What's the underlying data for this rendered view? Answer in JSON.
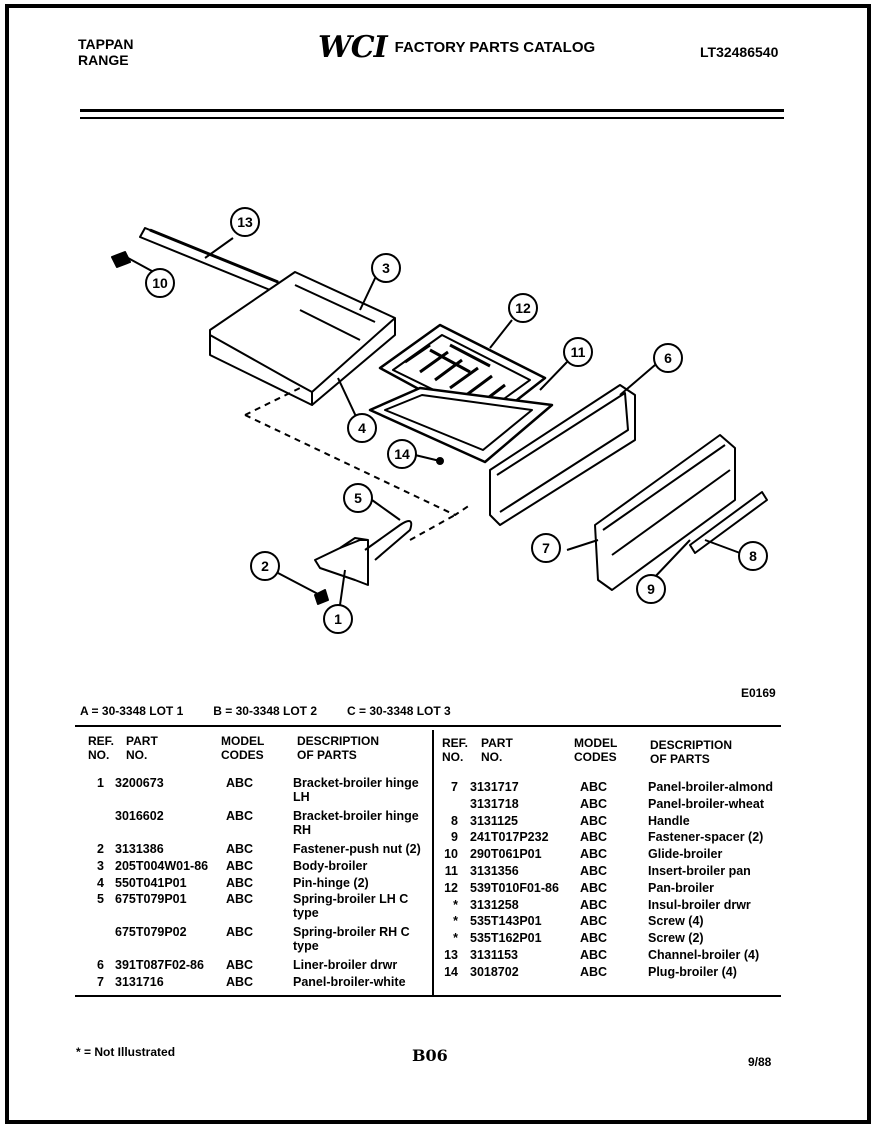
{
  "header": {
    "brand_line1": "TAPPAN",
    "brand_line2": "RANGE",
    "logo": "WCI",
    "catalog_title": "FACTORY PARTS CATALOG",
    "catalog_code": "LT32486540"
  },
  "diagram": {
    "code": "E0169",
    "callouts": [
      "1",
      "2",
      "3",
      "4",
      "5",
      "6",
      "7",
      "8",
      "9",
      "10",
      "11",
      "12",
      "13",
      "14"
    ]
  },
  "lots": {
    "a": "A = 30-3348 LOT 1",
    "b": "B = 30-3348 LOT 2",
    "c": "C = 30-3348 LOT 3"
  },
  "table": {
    "headers": {
      "ref": "REF. NO.",
      "part": "PART NO.",
      "codes": "MODEL CODES",
      "desc": "DESCRIPTION OF PARTS"
    },
    "left_rows": [
      {
        "ref": "1",
        "part": "3200673",
        "codes": "ABC",
        "desc": "Bracket-broiler hinge LH"
      },
      {
        "ref": "",
        "part": "3016602",
        "codes": "ABC",
        "desc": "Bracket-broiler hinge RH"
      },
      {
        "ref": "2",
        "part": "3131386",
        "codes": "ABC",
        "desc": "Fastener-push nut (2)"
      },
      {
        "ref": "3",
        "part": "205T004W01-86",
        "codes": "ABC",
        "desc": "Body-broiler"
      },
      {
        "ref": "4",
        "part": "550T041P01",
        "codes": "ABC",
        "desc": "Pin-hinge (2)"
      },
      {
        "ref": "5",
        "part": "675T079P01",
        "codes": "ABC",
        "desc": "Spring-broiler LH C type"
      },
      {
        "ref": "",
        "part": "675T079P02",
        "codes": "ABC",
        "desc": "Spring-broiler RH C type"
      },
      {
        "ref": "6",
        "part": "391T087F02-86",
        "codes": "ABC",
        "desc": "Liner-broiler drwr"
      },
      {
        "ref": "7",
        "part": "3131716",
        "codes": "ABC",
        "desc": "Panel-broiler-white"
      }
    ],
    "right_rows": [
      {
        "ref": "7",
        "part": "3131717",
        "codes": "ABC",
        "desc": "Panel-broiler-almond"
      },
      {
        "ref": "",
        "part": "3131718",
        "codes": "ABC",
        "desc": "Panel-broiler-wheat"
      },
      {
        "ref": "8",
        "part": "3131125",
        "codes": "ABC",
        "desc": "Handle"
      },
      {
        "ref": "9",
        "part": "241T017P232",
        "codes": "ABC",
        "desc": "Fastener-spacer (2)"
      },
      {
        "ref": "10",
        "part": "290T061P01",
        "codes": "ABC",
        "desc": "Glide-broiler"
      },
      {
        "ref": "11",
        "part": "3131356",
        "codes": "ABC",
        "desc": "Insert-broiler pan"
      },
      {
        "ref": "12",
        "part": "539T010F01-86",
        "codes": "ABC",
        "desc": "Pan-broiler"
      },
      {
        "ref": "*",
        "part": "3131258",
        "codes": "ABC",
        "desc": "Insul-broiler drwr"
      },
      {
        "ref": "*",
        "part": "535T143P01",
        "codes": "ABC",
        "desc": "Screw (4)"
      },
      {
        "ref": "*",
        "part": "535T162P01",
        "codes": "ABC",
        "desc": "Screw (2)"
      },
      {
        "ref": "13",
        "part": "3131153",
        "codes": "ABC",
        "desc": "Channel-broiler (4)"
      },
      {
        "ref": "14",
        "part": "3018702",
        "codes": "ABC",
        "desc": "Plug-broiler (4)"
      }
    ]
  },
  "footer": {
    "note": "* = Not Illustrated",
    "page": "B06",
    "date": "9/88"
  }
}
